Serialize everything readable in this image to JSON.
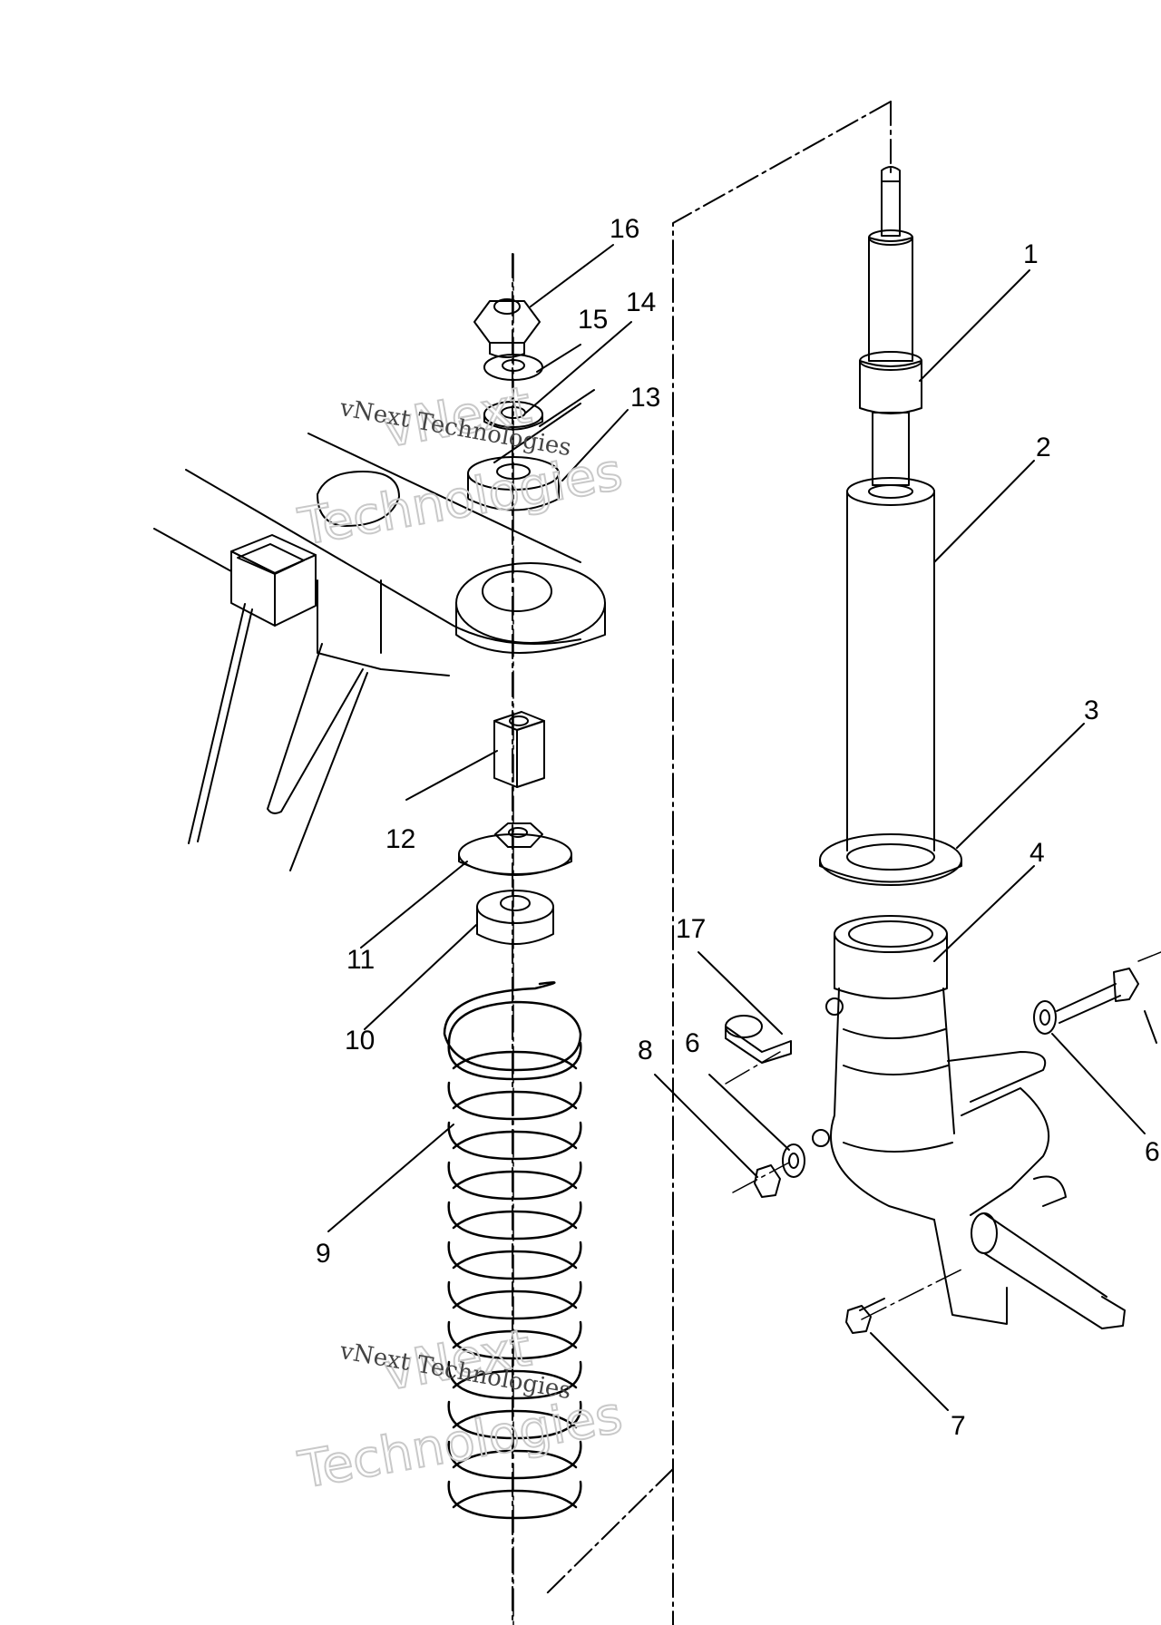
{
  "callouts": {
    "c1": "1",
    "c2": "2",
    "c3": "3",
    "c4": "4",
    "c6a": "6",
    "c6b": "6",
    "c7": "7",
    "c8": "8",
    "c9": "9",
    "c10": "10",
    "c11": "11",
    "c12": "12",
    "c13": "13",
    "c14": "14",
    "c15": "15",
    "c16": "16",
    "c17": "17"
  },
  "watermark": {
    "line1": "vNext",
    "line2": "Technologies",
    "small": "vNext Technologies"
  }
}
